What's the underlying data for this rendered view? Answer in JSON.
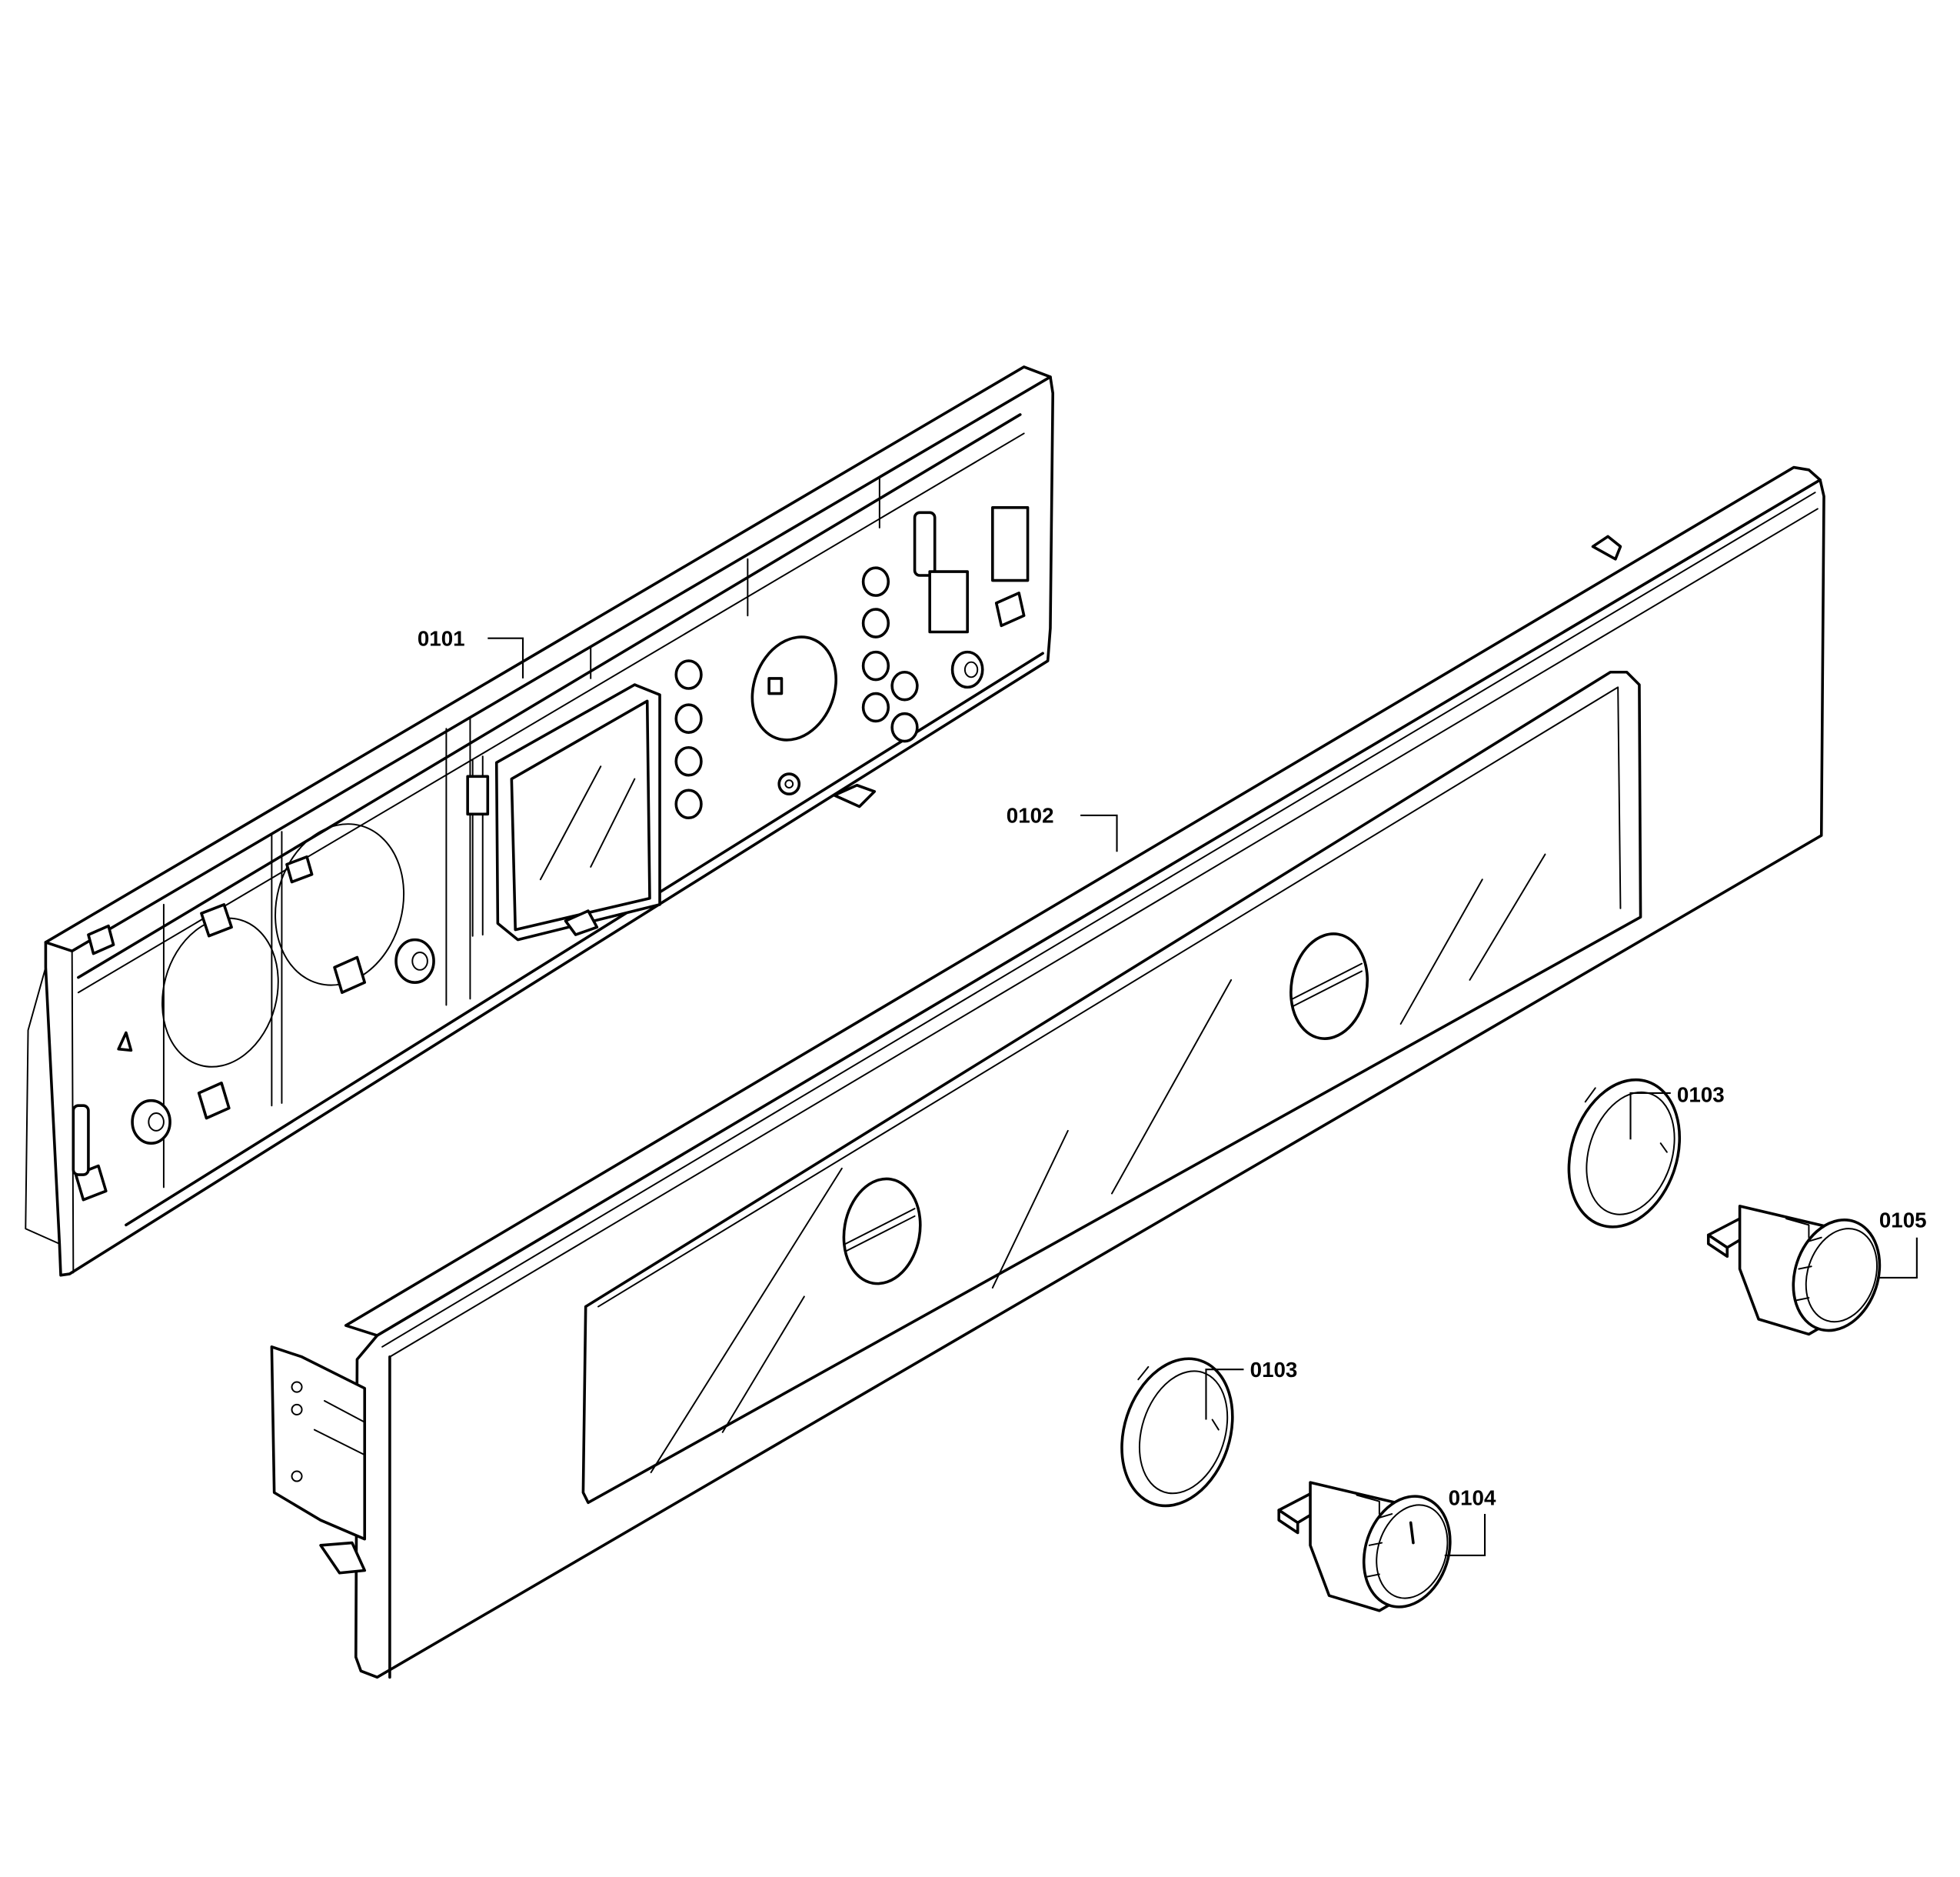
{
  "diagram": {
    "type": "exploded-parts-diagram",
    "background_color": "#ffffff",
    "line_color": "#000000",
    "parts": [
      {
        "id": "0101",
        "label": "0101",
        "description": "control panel housing with electronics board"
      },
      {
        "id": "0102",
        "label": "0102",
        "description": "front fascia panel with two knob openings"
      },
      {
        "id": "0103a",
        "label": "0103",
        "description": "knob ring (right)"
      },
      {
        "id": "0105",
        "label": "0105",
        "description": "control knob (right)"
      },
      {
        "id": "0103b",
        "label": "0103",
        "description": "knob ring (left)"
      },
      {
        "id": "0104",
        "label": "0104",
        "description": "control knob (left, with indicator mark)"
      }
    ]
  }
}
